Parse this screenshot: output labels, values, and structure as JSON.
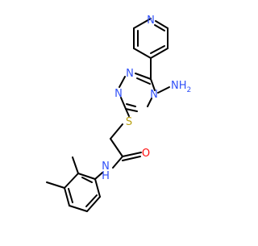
{
  "molecule": {
    "labels": {
      "pyridine_n": "N",
      "triazole_n1": "N",
      "triazole_n2": "N",
      "triazole_n4": "N",
      "amino": "NH",
      "amino_sub": "2",
      "sulfur": "S",
      "amide_nh": "N",
      "amide_h": "H",
      "carbonyl_o": "O"
    },
    "colors": {
      "bond": "#000000",
      "nitrogen": "#3050F8",
      "sulfur": "#B8A010",
      "oxygen": "#FF0D0D"
    }
  }
}
